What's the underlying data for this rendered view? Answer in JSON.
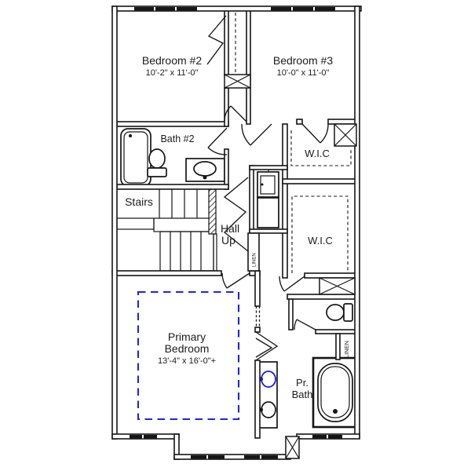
{
  "plan": {
    "rooms": {
      "bedroom2": {
        "name": "Bedroom #2",
        "dims": "10'-2\" x 11'-0\""
      },
      "bedroom3": {
        "name": "Bedroom #3",
        "dims": "10'-0\" x 11'-0\""
      },
      "bath2": {
        "name": "Bath #2"
      },
      "stairs": {
        "name": "Stairs"
      },
      "hall": {
        "line1": "Hall",
        "line2": "Up"
      },
      "wic_top": {
        "name": "W.I.C"
      },
      "wic_bottom": {
        "name": "W.I.C"
      },
      "primary": {
        "name_line1": "Primary",
        "name_line2": "Bedroom",
        "dims": "13'-4\" x 16'-0\"+"
      },
      "pr_bath": {
        "line1": "Pr.",
        "line2": "Bath"
      },
      "linen_closet": {
        "name": "LINEN"
      },
      "hall_linen": {
        "name": "LINEN"
      }
    },
    "colors": {
      "wall": "#161616",
      "accent_blue": "#2626cc",
      "fixture_blue": "#1b1bd0"
    }
  }
}
